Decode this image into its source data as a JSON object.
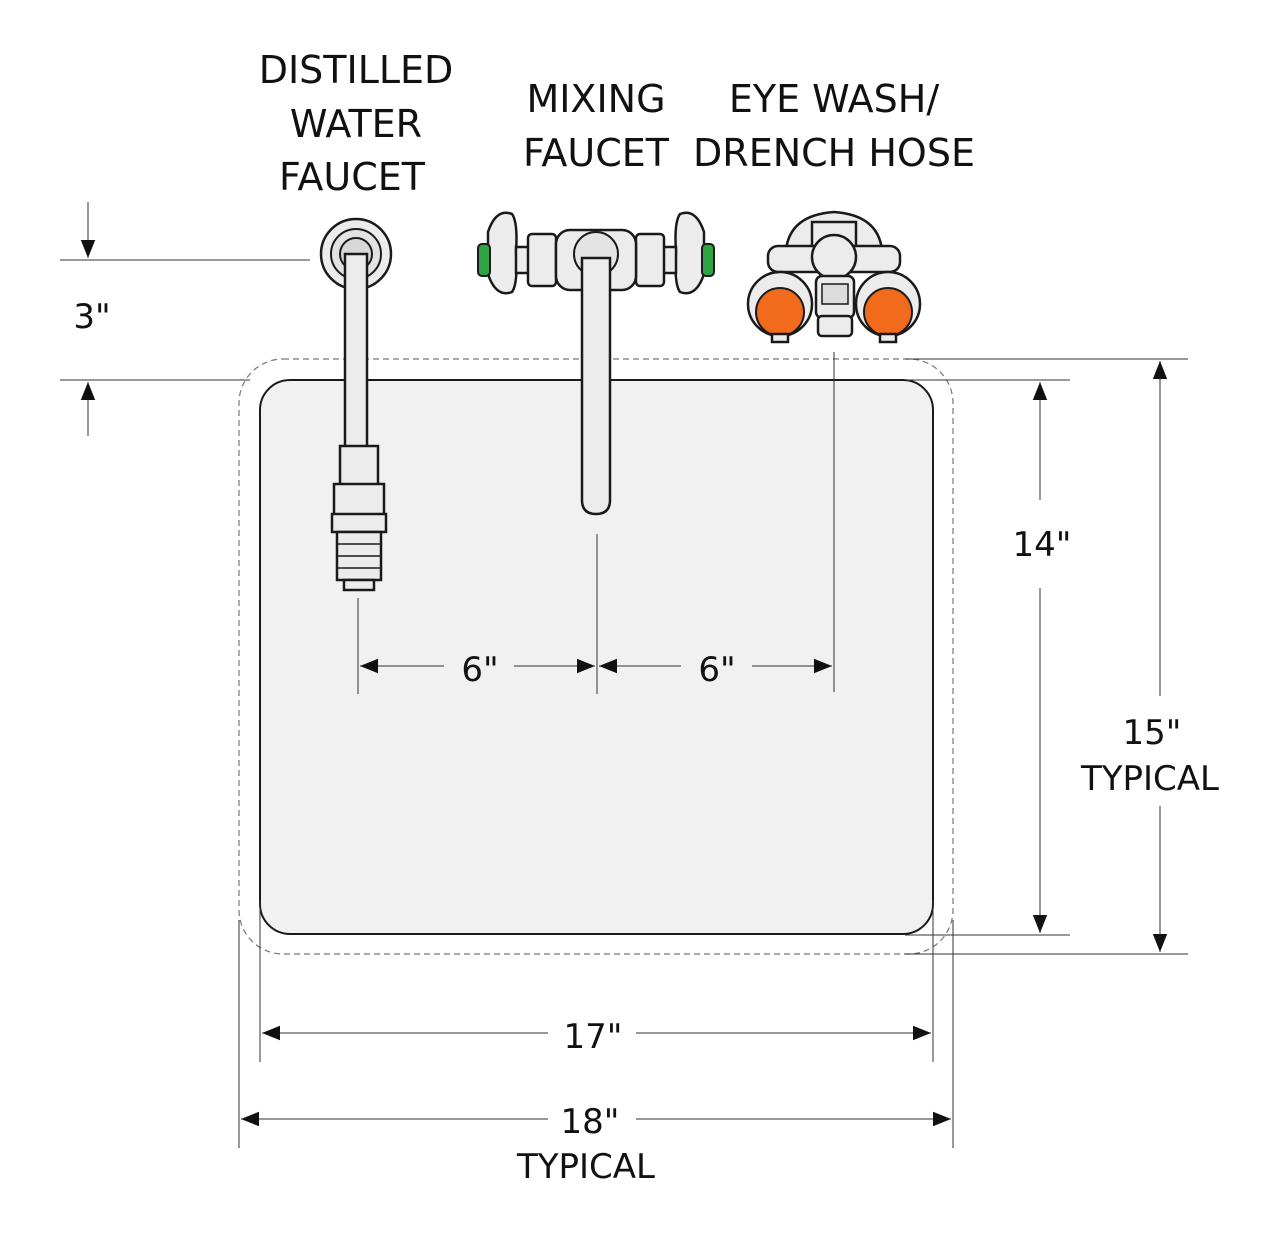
{
  "labels": {
    "distilled": [
      "DISTILLED",
      "WATER",
      "FAUCET"
    ],
    "mixing": [
      "MIXING",
      "FAUCET"
    ],
    "eyewash": [
      "EYE WASH/",
      "DRENCH HOSE"
    ]
  },
  "dimensions": {
    "setback": "3\"",
    "spacing_left": "6\"",
    "spacing_right": "6\"",
    "inner_depth": "14\"",
    "outer_depth": "15\"",
    "outer_depth_note": "TYPICAL",
    "inner_width": "17\"",
    "outer_width": "18\"",
    "outer_width_note": "TYPICAL"
  },
  "colors": {
    "sink_fill": "#f1f1f1",
    "handle_accent": "#2fa344",
    "eyewash_cap": "#f26a1b"
  }
}
